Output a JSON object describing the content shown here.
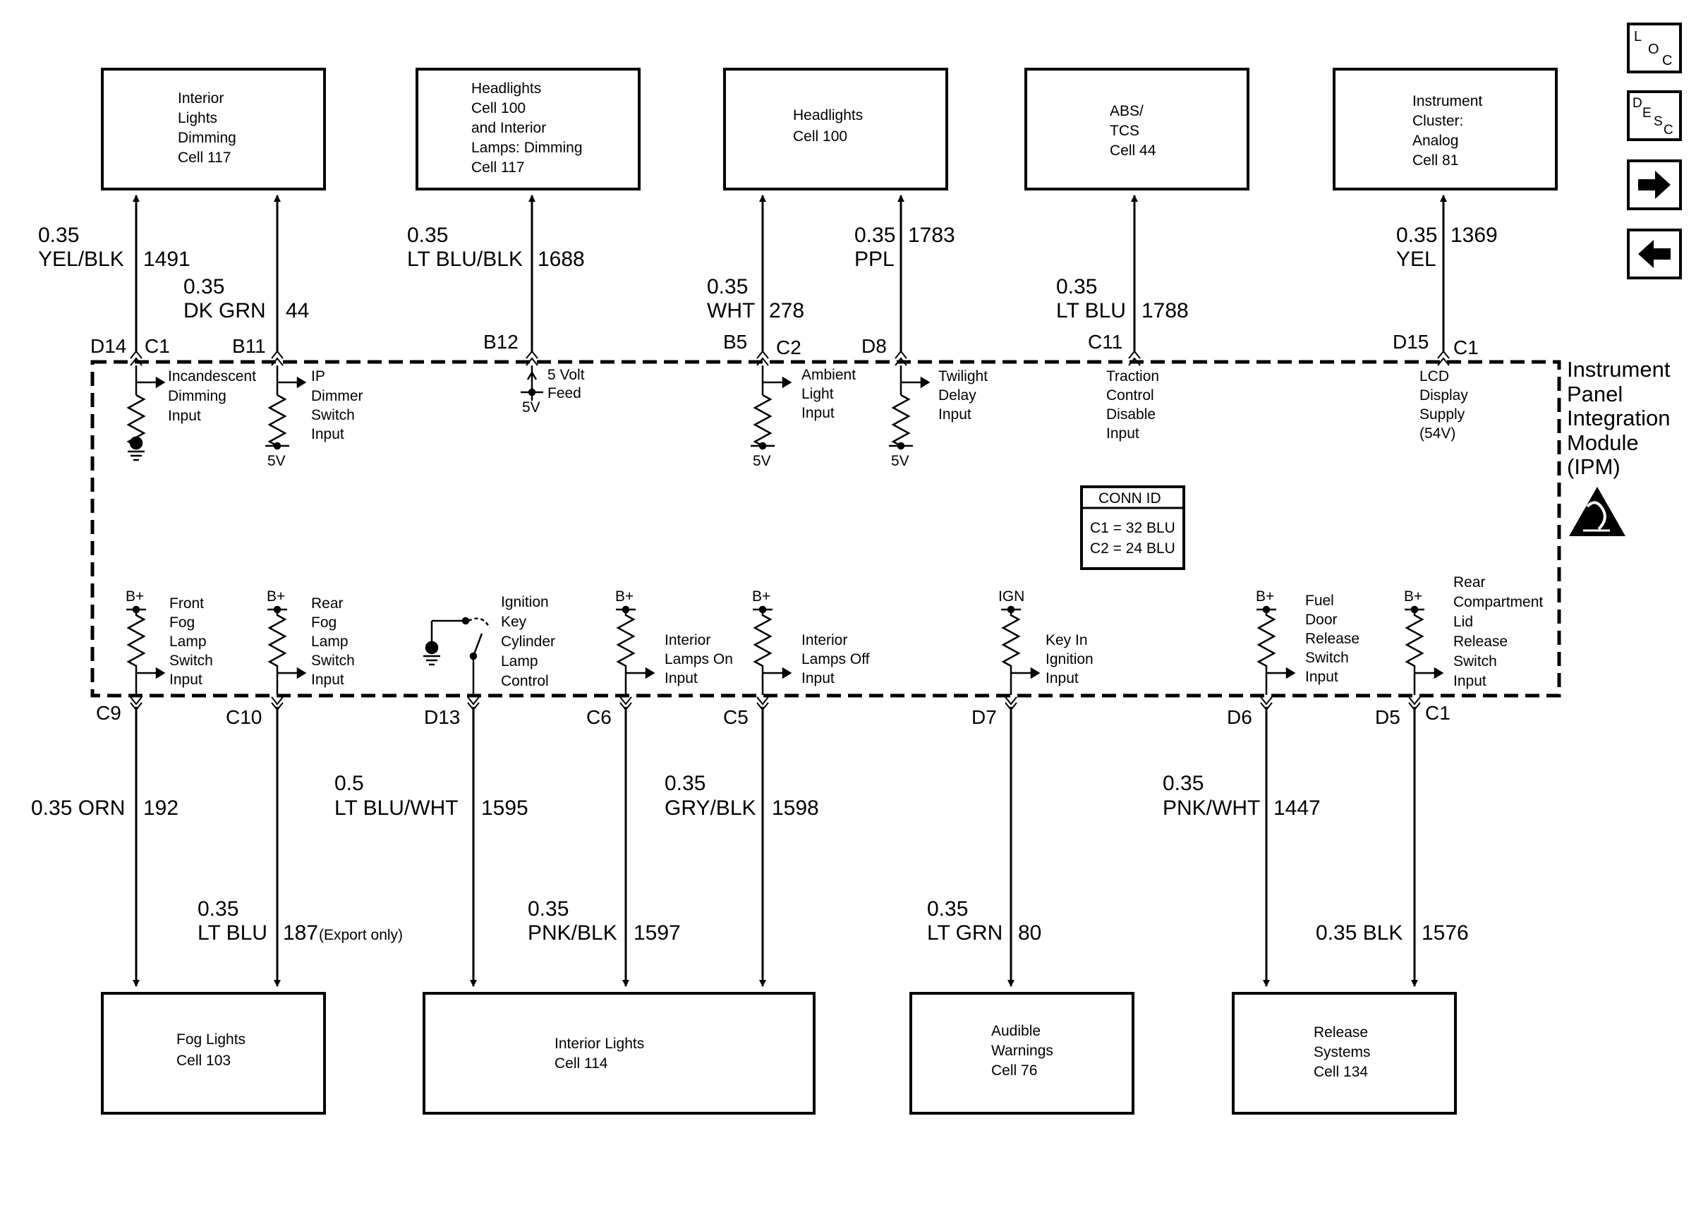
{
  "top_boxes": [
    {
      "lines": [
        "Interior",
        "Lights",
        "Dimming",
        "Cell 117"
      ]
    },
    {
      "lines": [
        "Headlights",
        "Cell 100",
        "and Interior",
        "Lamps: Dimming",
        "Cell 117"
      ]
    },
    {
      "lines": [
        "Headlights",
        "Cell 100"
      ]
    },
    {
      "lines": [
        "ABS/",
        "TCS",
        "Cell 44"
      ]
    },
    {
      "lines": [
        "Instrument",
        "Cluster:",
        "Analog",
        "Cell 81"
      ]
    }
  ],
  "bottom_boxes": [
    {
      "lines": [
        "Fog Lights",
        "Cell 103"
      ]
    },
    {
      "lines": [
        "Interior Lights",
        "Cell 114"
      ]
    },
    {
      "lines": [
        "Audible",
        "Warnings",
        "Cell 76"
      ]
    },
    {
      "lines": [
        "Release",
        "Systems",
        "Cell 134"
      ]
    }
  ],
  "top_wires": [
    {
      "gauge": "0.35",
      "color": "YEL/BLK",
      "circuit": "1491",
      "pin": "D14",
      "connector": "C1"
    },
    {
      "gauge": "0.35",
      "color": "DK GRN",
      "circuit": "44",
      "pin": "B11",
      "connector": ""
    },
    {
      "gauge": "0.35",
      "color": "LT BLU/BLK",
      "circuit": "1688",
      "pin": "B12",
      "connector": ""
    },
    {
      "gauge": "0.35",
      "color": "WHT",
      "circuit": "278",
      "pin": "B5",
      "connector": "C2"
    },
    {
      "gauge": "0.35",
      "color": "PPL",
      "circuit": "1783",
      "pin": "D8",
      "connector": ""
    },
    {
      "gauge": "0.35",
      "color": "LT BLU",
      "circuit": "1788",
      "pin": "C11",
      "connector": ""
    },
    {
      "gauge": "0.35",
      "color": "YEL",
      "circuit": "1369",
      "pin": "D15",
      "connector": "C1"
    }
  ],
  "bottom_wires": [
    {
      "gauge": "0.35",
      "color": "ORN",
      "circuit": "192",
      "pin": "C9",
      "connector": ""
    },
    {
      "gauge": "0.35",
      "color": "LT BLU",
      "circuit": "187",
      "note": "(Export only)",
      "pin": "C10",
      "connector": ""
    },
    {
      "gauge": "0.5",
      "color": "LT BLU/WHT",
      "circuit": "1595",
      "pin": "D13",
      "connector": ""
    },
    {
      "gauge": "0.35",
      "color": "PNK/BLK",
      "circuit": "1597",
      "pin": "C6",
      "connector": ""
    },
    {
      "gauge": "0.35",
      "color": "GRY/BLK",
      "circuit": "1598",
      "pin": "C5",
      "connector": ""
    },
    {
      "gauge": "0.35",
      "color": "LT GRN",
      "circuit": "80",
      "pin": "D7",
      "connector": ""
    },
    {
      "gauge": "0.35",
      "color": "PNK/WHT",
      "circuit": "1447",
      "pin": "D6",
      "connector": ""
    },
    {
      "gauge": "0.35",
      "color": "BLK",
      "circuit": "1576",
      "pin": "D5",
      "connector": "C1"
    }
  ],
  "top_inputs": [
    {
      "lines": [
        "Incandescent",
        "Dimming",
        "Input"
      ],
      "supply": ""
    },
    {
      "lines": [
        "IP",
        "Dimmer",
        "Switch",
        "Input"
      ],
      "supply": "5V"
    },
    {
      "lines": [
        "5 Volt",
        "Feed"
      ],
      "supply": "5V"
    },
    {
      "lines": [
        "Ambient",
        "Light",
        "Input"
      ],
      "supply": "5V"
    },
    {
      "lines": [
        "Twilight",
        "Delay",
        "Input"
      ],
      "supply": "5V"
    },
    {
      "lines": [
        "Traction",
        "Control",
        "Disable",
        "Input"
      ],
      "supply": ""
    },
    {
      "lines": [
        "LCD",
        "Display",
        "Supply",
        "(54V)"
      ],
      "supply": ""
    }
  ],
  "bottom_inputs": [
    {
      "lines": [
        "Front",
        "Fog",
        "Lamp",
        "Switch",
        "Input"
      ],
      "supply": "B+"
    },
    {
      "lines": [
        "Rear",
        "Fog",
        "Lamp",
        "Switch",
        "Input"
      ],
      "supply": "B+"
    },
    {
      "lines": [
        "Ignition",
        "Key",
        "Cylinder",
        "Lamp",
        "Control"
      ],
      "supply": ""
    },
    {
      "lines": [
        "Interior",
        "Lamps On",
        "Input"
      ],
      "supply": "B+"
    },
    {
      "lines": [
        "Interior",
        "Lamps Off",
        "Input"
      ],
      "supply": "B+"
    },
    {
      "lines": [
        "Key In",
        "Ignition",
        "Input"
      ],
      "supply": "IGN"
    },
    {
      "lines": [
        "Fuel",
        "Door",
        "Release",
        "Switch",
        "Input"
      ],
      "supply": "B+"
    },
    {
      "lines": [
        "Rear",
        "Compartment",
        "Lid",
        "Release",
        "Switch",
        "Input"
      ],
      "supply": "B+"
    }
  ],
  "module": {
    "lines": [
      "Instrument",
      "Panel",
      "Integration",
      "Module",
      "(IPM)"
    ]
  },
  "conn_id": {
    "title": "CONN ID",
    "rows": [
      "C1 = 32 BLU",
      "C2 = 24 BLU"
    ]
  },
  "nav": {
    "loc_l": "L",
    "loc_o": "O",
    "loc_c": "C",
    "desc_d": "D",
    "desc_e": "E",
    "desc_s": "S",
    "desc_c": "C"
  },
  "icons": {
    "next": "arrow-right-icon",
    "prev": "arrow-left-icon",
    "esd": "esd-warning-icon"
  }
}
